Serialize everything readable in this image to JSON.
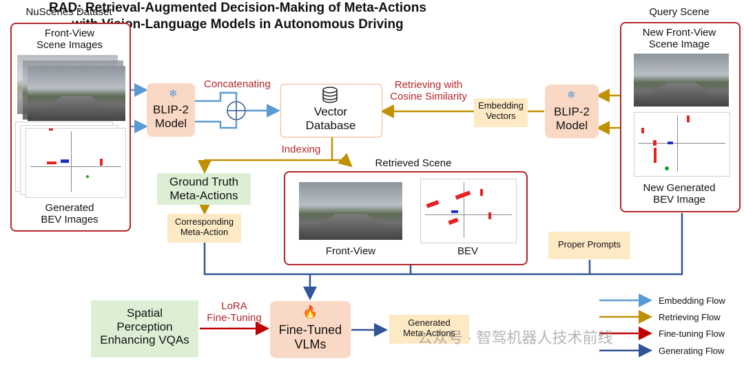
{
  "title": {
    "line1": "RAD: Retrieval-Augmented Decision-Making of Meta-Actions",
    "line2": "with Vision-Language Models in Autonomous Driving"
  },
  "left_panel": {
    "header": "NuScenes Dataset",
    "front_view": "Front-View\nScene Images",
    "bev": "Generated\nBEV Images"
  },
  "right_panel": {
    "header": "Query Scene",
    "front_view": "New Front-View\nScene Image",
    "bev": "New Generated\nBEV Image"
  },
  "blip_left": "BLIP-2\nModel",
  "blip_right": "BLIP-2\nModel",
  "concatenating": "Concatenating",
  "vector_db": "Vector\nDatabase",
  "retrieving": "Retrieving with\nCosine Similarity",
  "embedding_vectors": "Embedding\nVectors",
  "indexing": "Indexing",
  "ground_truth": "Ground Truth\nMeta-Actions",
  "corresponding": "Corresponding\nMeta-Action",
  "retrieved": {
    "header": "Retrieved Scene",
    "front_view": "Front-View",
    "bev": "BEV"
  },
  "proper_prompts": "Proper Prompts",
  "spatial": "Spatial\nPerception\nEnhancing VQAs",
  "lora": "LoRA\nFine-Tuning",
  "finetuned": "Fine-Tuned\nVLMs",
  "generated": "Generated\nMeta-Actions",
  "watermark": "公众号 · 智驾机器人技术前线",
  "legend": [
    {
      "label": "Embedding Flow",
      "color": "#5b9bd5"
    },
    {
      "label": "Retrieving Flow",
      "color": "#bf9000"
    },
    {
      "label": "Fine-tuning Flow",
      "color": "#c00000"
    },
    {
      "label": "Generating Flow",
      "color": "#2f5597"
    }
  ],
  "icons": {
    "snowflake": "snowflake-icon",
    "fire": "fire-icon",
    "database": "database-icon"
  }
}
